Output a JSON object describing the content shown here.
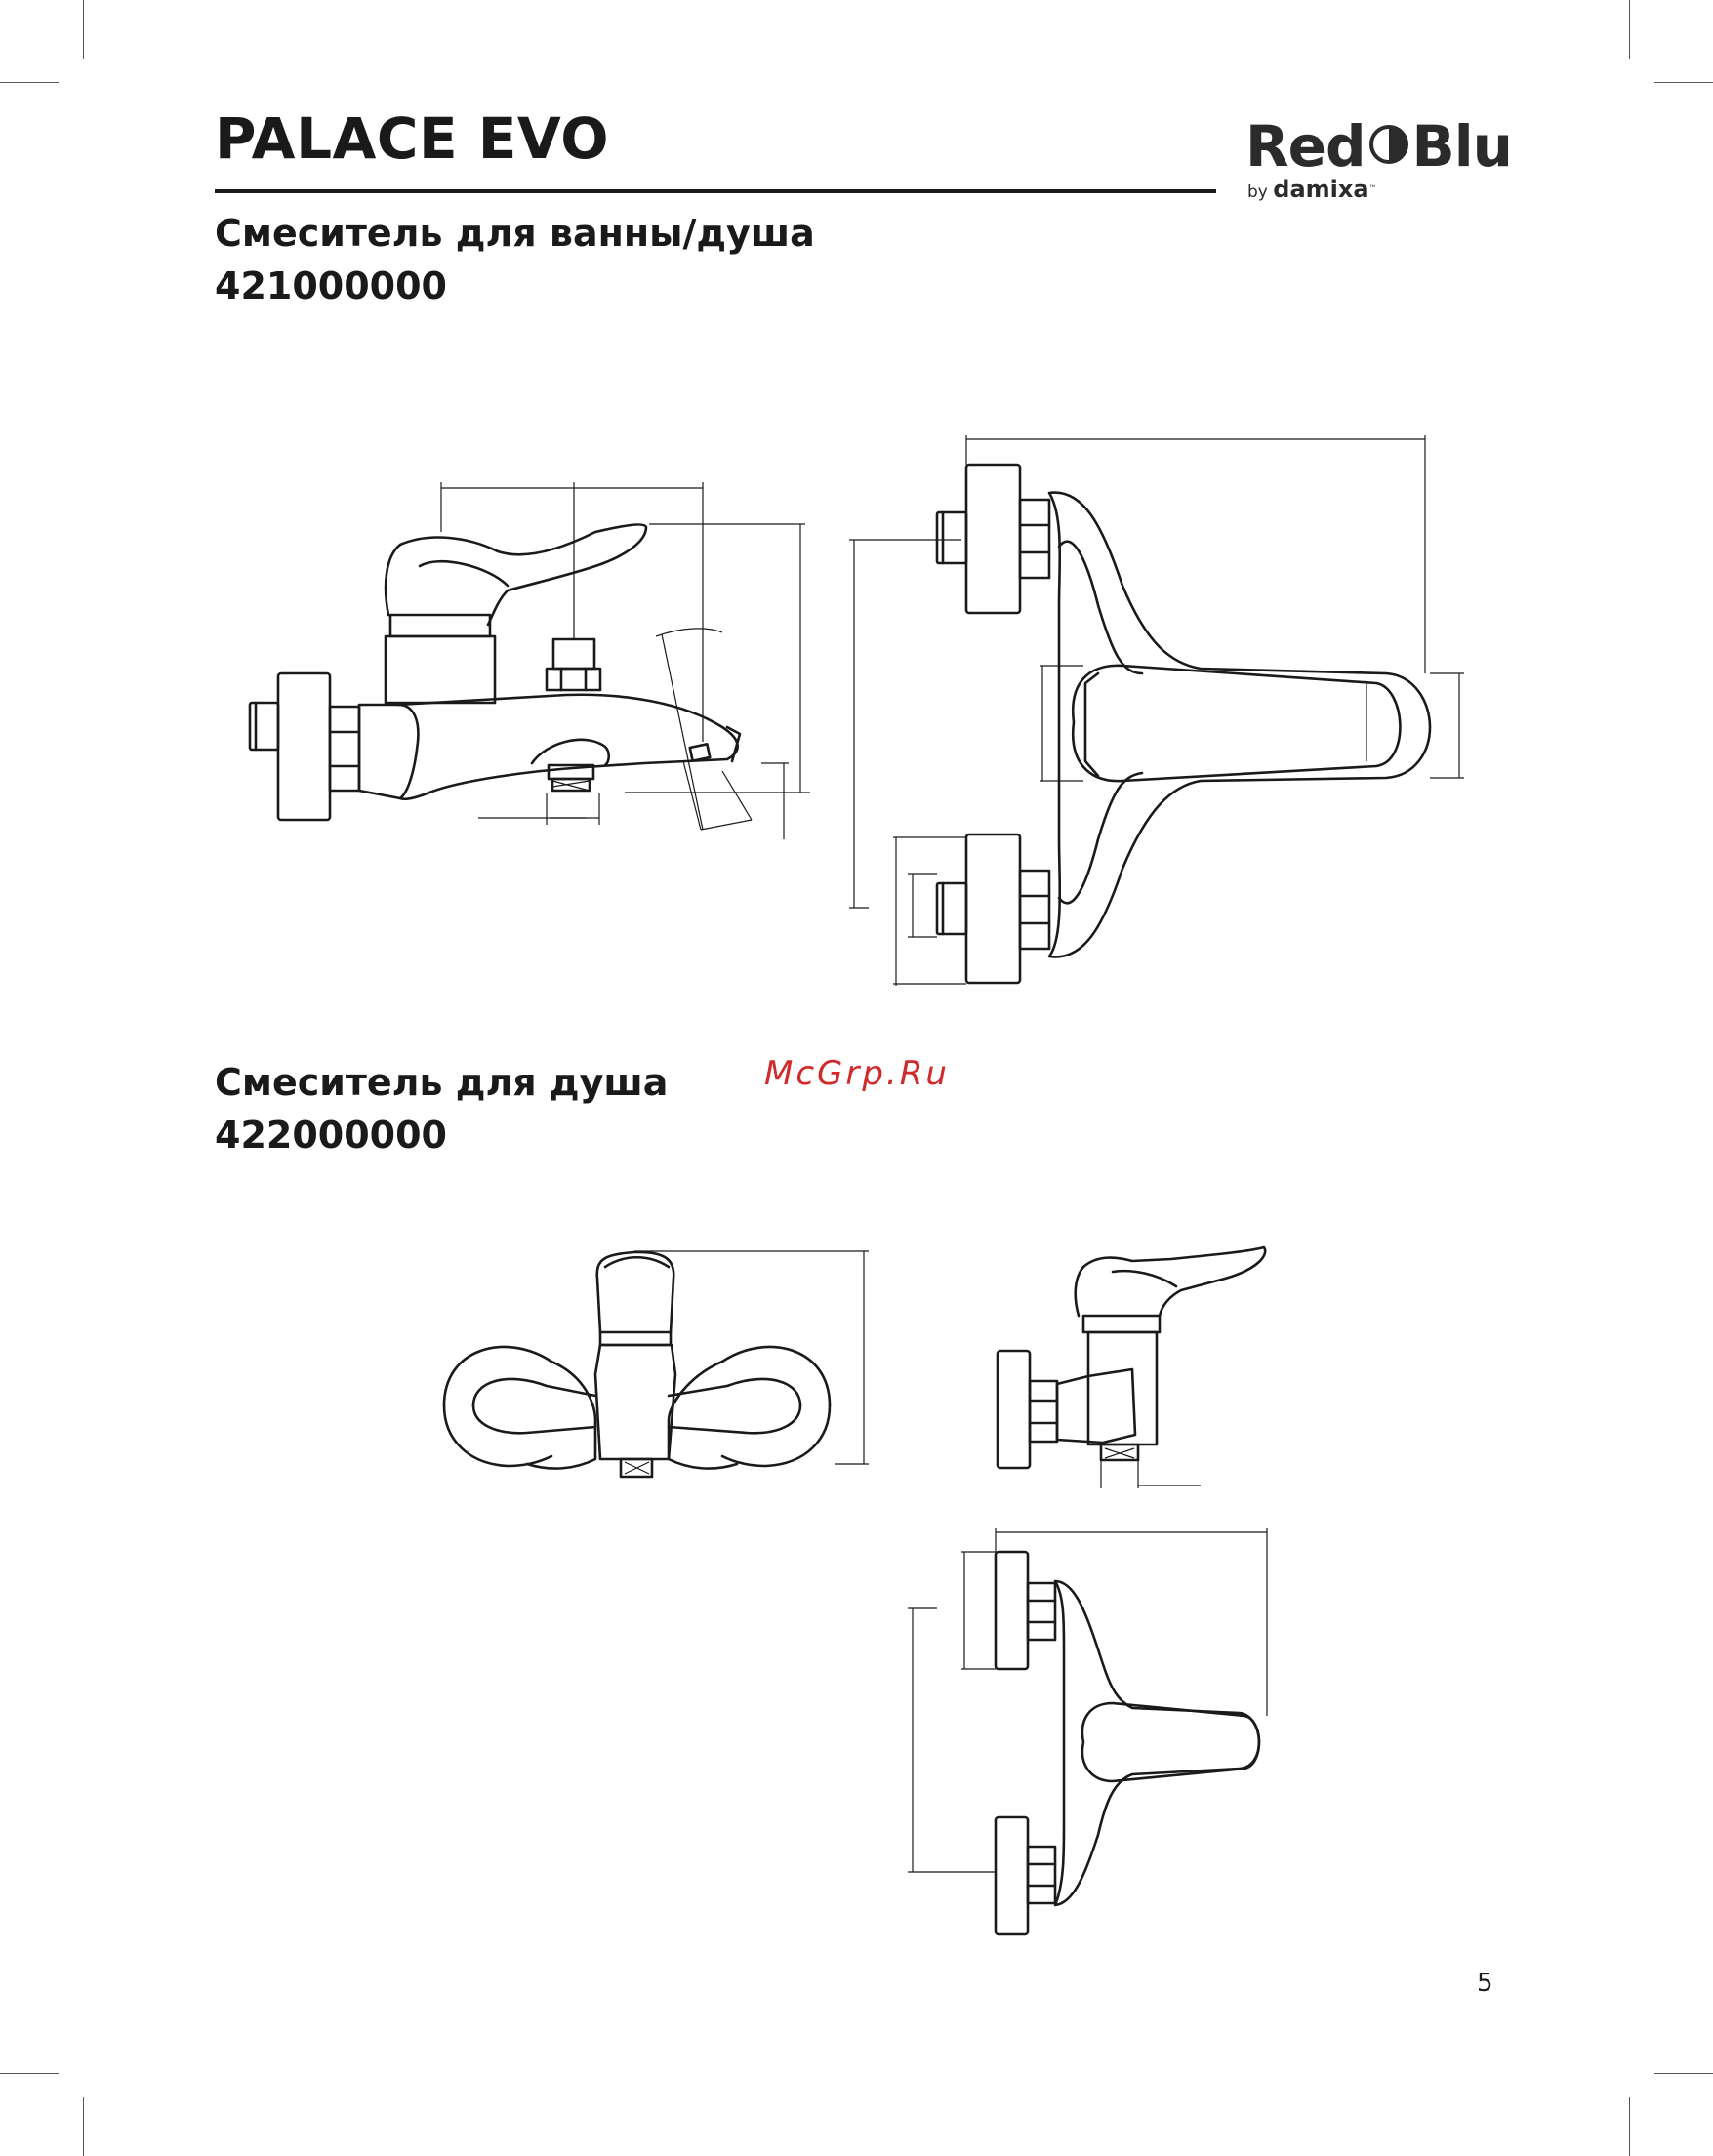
{
  "header": {
    "title": "PALACE EVO",
    "logo": {
      "brand": "RedBlu",
      "by": "by",
      "company": "damixa"
    }
  },
  "sections": [
    {
      "heading": "Смеситель для ванны/душа",
      "code": "421000000"
    },
    {
      "heading": "Смеситель для душа",
      "code": "422000000"
    }
  ],
  "watermark": "McGrp.Ru",
  "page_number": "5",
  "colors": {
    "ink": "#1a1a1a",
    "watermark": "#d02a2a"
  }
}
